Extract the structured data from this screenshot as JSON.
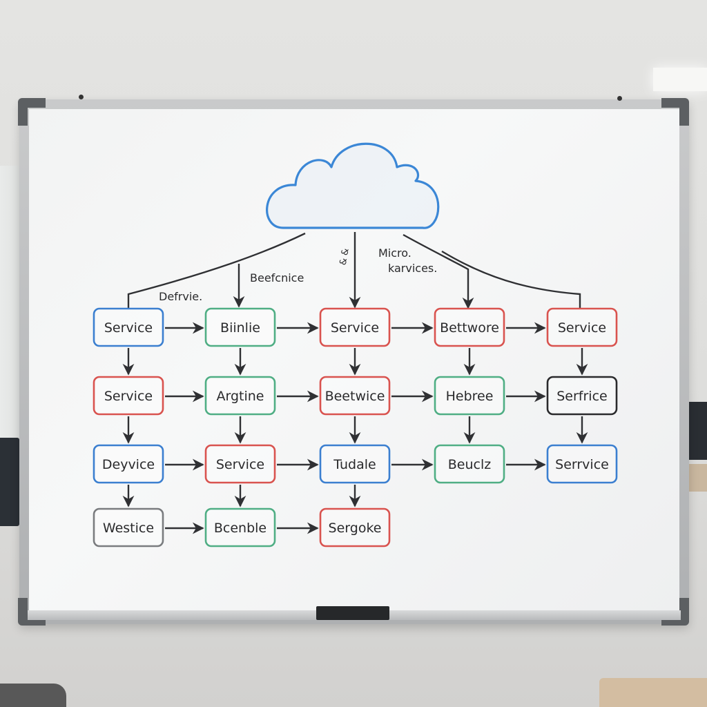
{
  "colors": {
    "blue": "#3b7fd0",
    "green": "#4fae84",
    "red": "#d9534f",
    "black": "#2a2a2c",
    "gray": "#7a7c7f",
    "cloud": "#3b87d6",
    "ink": "#2f3033"
  },
  "annotations": {
    "left": "Defrvie.",
    "center_left": "Beefcnice",
    "center_mark": "& &",
    "right_line1": "Micro.",
    "right_line2": "karvices."
  },
  "nodes": [
    {
      "id": "r1c1",
      "label": "Service",
      "color": "blue"
    },
    {
      "id": "r1c2",
      "label": "Biinlie",
      "color": "green"
    },
    {
      "id": "r1c3",
      "label": "Service",
      "color": "red"
    },
    {
      "id": "r1c4",
      "label": "Bettwore",
      "color": "red"
    },
    {
      "id": "r1c5",
      "label": "Service",
      "color": "red"
    },
    {
      "id": "r2c1",
      "label": "Service",
      "color": "red"
    },
    {
      "id": "r2c2",
      "label": "Argtine",
      "color": "green"
    },
    {
      "id": "r2c3",
      "label": "Beetwice",
      "color": "red"
    },
    {
      "id": "r2c4",
      "label": "Hebree",
      "color": "green"
    },
    {
      "id": "r2c5",
      "label": "Serfrice",
      "color": "black"
    },
    {
      "id": "r3c1",
      "label": "Deyvice",
      "color": "blue"
    },
    {
      "id": "r3c2",
      "label": "Service",
      "color": "red"
    },
    {
      "id": "r3c3",
      "label": "Tudale",
      "color": "blue"
    },
    {
      "id": "r3c4",
      "label": "Beuclz",
      "color": "green"
    },
    {
      "id": "r3c5",
      "label": "Serrvice",
      "color": "blue"
    },
    {
      "id": "r4c1",
      "label": "Westice",
      "color": "gray"
    },
    {
      "id": "r4c2",
      "label": "Bcenble",
      "color": "green"
    },
    {
      "id": "r4c3",
      "label": "Sergoke",
      "color": "red"
    }
  ],
  "edges": [
    [
      "r1c1",
      "r1c2"
    ],
    [
      "r1c2",
      "r1c3"
    ],
    [
      "r1c3",
      "r1c4"
    ],
    [
      "r1c4",
      "r1c5"
    ],
    [
      "r2c1",
      "r2c2"
    ],
    [
      "r2c2",
      "r2c3"
    ],
    [
      "r2c3",
      "r2c4"
    ],
    [
      "r2c4",
      "r2c5"
    ],
    [
      "r3c1",
      "r3c2"
    ],
    [
      "r3c2",
      "r3c3"
    ],
    [
      "r3c3",
      "r3c4"
    ],
    [
      "r3c4",
      "r3c5"
    ],
    [
      "r4c1",
      "r4c2"
    ],
    [
      "r4c2",
      "r4c3"
    ],
    [
      "r1c1",
      "r2c1"
    ],
    [
      "r1c2",
      "r2c2"
    ],
    [
      "r1c3",
      "r2c3"
    ],
    [
      "r1c4",
      "r2c4"
    ],
    [
      "r1c5",
      "r2c5"
    ],
    [
      "r2c1",
      "r3c1"
    ],
    [
      "r2c2",
      "r3c2"
    ],
    [
      "r2c3",
      "r3c3"
    ],
    [
      "r2c4",
      "r3c4"
    ],
    [
      "r2c5",
      "r3c5"
    ],
    [
      "r3c1",
      "r4c1"
    ],
    [
      "r3c2",
      "r4c2"
    ],
    [
      "r3c3",
      "r4c3"
    ]
  ]
}
